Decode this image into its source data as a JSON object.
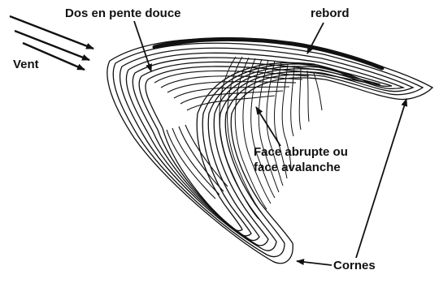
{
  "labels": {
    "slope": "Dos en pente douce",
    "crest": "rebord",
    "wind": "Vent",
    "slip_face_line1": "Face abrupte ou",
    "slip_face_line2": "face avalanche",
    "horns": "Cornes"
  },
  "colors": {
    "ink": "#111111",
    "background": "#ffffff"
  },
  "icons": [
    "wind-arrow-icon",
    "leader-arrow-icon"
  ]
}
